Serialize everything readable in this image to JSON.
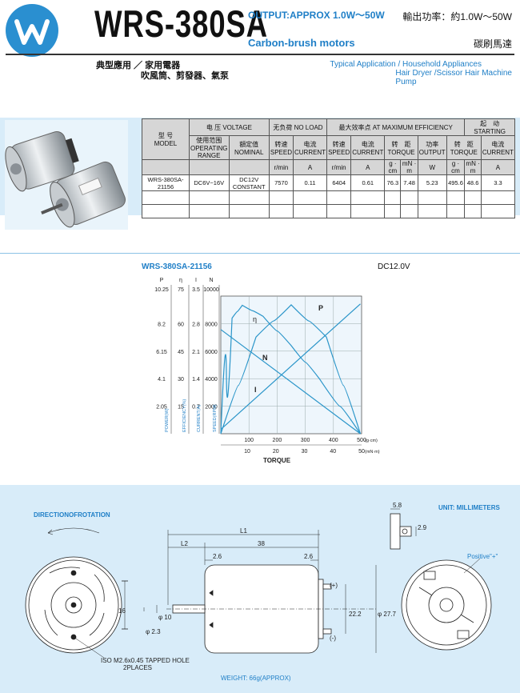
{
  "header": {
    "brand_letter": "W",
    "model": "WRS-380SA",
    "output": "OUTPUT:APPROX 1.0W～50W",
    "series": "Carbon-brush motors",
    "output_cn": "輸出功率：約1.0W～50W",
    "type_cn": "碳刷馬達"
  },
  "application": {
    "cn_line1": "典型應用 ／ 家用電器",
    "cn_line2": "吹風筒、剪發器、氣泵",
    "en_line1": "Typical Application / Household Appliances",
    "en_line2": "Hair Dryer /Scissor Hair Machine",
    "en_line3": "Pump"
  },
  "spec_table": {
    "model_cn": "型 号",
    "model_en": "MODEL",
    "voltage": "电 压 VOLTAGE",
    "range_cn": "使用范围",
    "range_en1": "OPERATING",
    "range_en2": "RANGE",
    "nominal_cn": "額定值",
    "nominal_en": "NOMINAL",
    "noload": "无负荷 NO LOAD",
    "max_eff": "最大效率点 AT MAXIMUM EFFICIENCY",
    "starting": "起　动 STARTING",
    "speed_cn": "转速",
    "speed_en": "SPEED",
    "current_cn": "电流",
    "current_en": "CURRENT",
    "torque_cn": "转　距",
    "torque_en": "TORQUE",
    "output_cn": "功率",
    "output_en": "OUTPUT",
    "units": [
      "r/min",
      "A",
      "r/min",
      "A",
      "g · cm",
      "mN · m",
      "W",
      "g · cm",
      "mN · m",
      "A"
    ],
    "row": {
      "model": "WRS-380SA-21156",
      "range": "DC6V~16V",
      "nominal": "DC12V CONSTANT",
      "nl_speed": "7570",
      "nl_current": "0.11",
      "me_speed": "6404",
      "me_current": "0.61",
      "me_torque_g": "76.3",
      "me_torque_mn": "7.48",
      "me_output": "5.23",
      "st_torque_g": "495.6",
      "st_torque_mn": "48.6",
      "st_current": "3.3"
    }
  },
  "chart": {
    "title": "WRS-380SA-21156",
    "voltage": "DC12.0V",
    "axis_heads": [
      "P",
      "η",
      "I",
      "N"
    ],
    "p_ticks": [
      "10.25",
      "8.2",
      "6.15",
      "4.1",
      "2.05"
    ],
    "eff_ticks": [
      "75",
      "60",
      "45",
      "30",
      "15"
    ],
    "i_ticks": [
      "3.5",
      "2.8",
      "2.1",
      "1.4",
      "0.7"
    ],
    "n_ticks": [
      "10000",
      "8000",
      "6000",
      "4000",
      "2000"
    ],
    "axis_names": [
      "POWER(W)",
      "EFFICIENCY(%)",
      "CURRENT(A)",
      "SPEED(RPM)"
    ],
    "x_top_ticks": [
      "100",
      "200",
      "300",
      "400",
      "500"
    ],
    "x_top_unit": "(g·cm)",
    "x_bot_ticks": [
      "10",
      "20",
      "30",
      "40",
      "50"
    ],
    "x_bot_unit": "(mN·m)",
    "x_label": "TORQUE",
    "curve_labels": [
      "η",
      "P",
      "N",
      "I"
    ]
  },
  "chart_data": {
    "type": "line",
    "title": "WRS-380SA-21156",
    "xlabel": "TORQUE",
    "xlim": [
      0,
      500
    ],
    "series": [
      {
        "name": "N",
        "x": [
          0,
          495.6
        ],
        "y": [
          7570,
          0
        ],
        "unit": "r/min"
      },
      {
        "name": "I",
        "x": [
          0,
          495.6
        ],
        "y": [
          0.11,
          3.3
        ],
        "unit": "A"
      },
      {
        "name": "P",
        "x": [
          0,
          125,
          250,
          375,
          495.6
        ],
        "y": [
          0,
          7.2,
          9.6,
          7.2,
          0
        ],
        "unit": "W"
      },
      {
        "name": "η",
        "x": [
          0,
          40,
          76.3,
          150,
          250,
          350,
          495.6
        ],
        "y": [
          0,
          63,
          70,
          64,
          48,
          30,
          0
        ],
        "unit": "%"
      }
    ]
  },
  "drawing": {
    "direction": "DIRECTIONOFROTATION",
    "units": "UNIT: MILLIMETERS",
    "positive": "Positive\"+\"",
    "dims": {
      "l1": "L1",
      "l2": "L2",
      "d38": "38",
      "d26a": "2.6",
      "d26b": "2.6",
      "d58": "5.8",
      "d29": "2.9",
      "d16": "16",
      "phi10": "φ 10",
      "phi23": "φ 2.3",
      "d222": "22.2",
      "phi277": "φ 27.7"
    },
    "plus": "(+)",
    "minus": "(-)",
    "holes1": "ISO M2.6x0.45 TAPPED HOLE",
    "holes2": "2PLACES",
    "weight": "WEIGHT: 66g(APPROX)"
  }
}
